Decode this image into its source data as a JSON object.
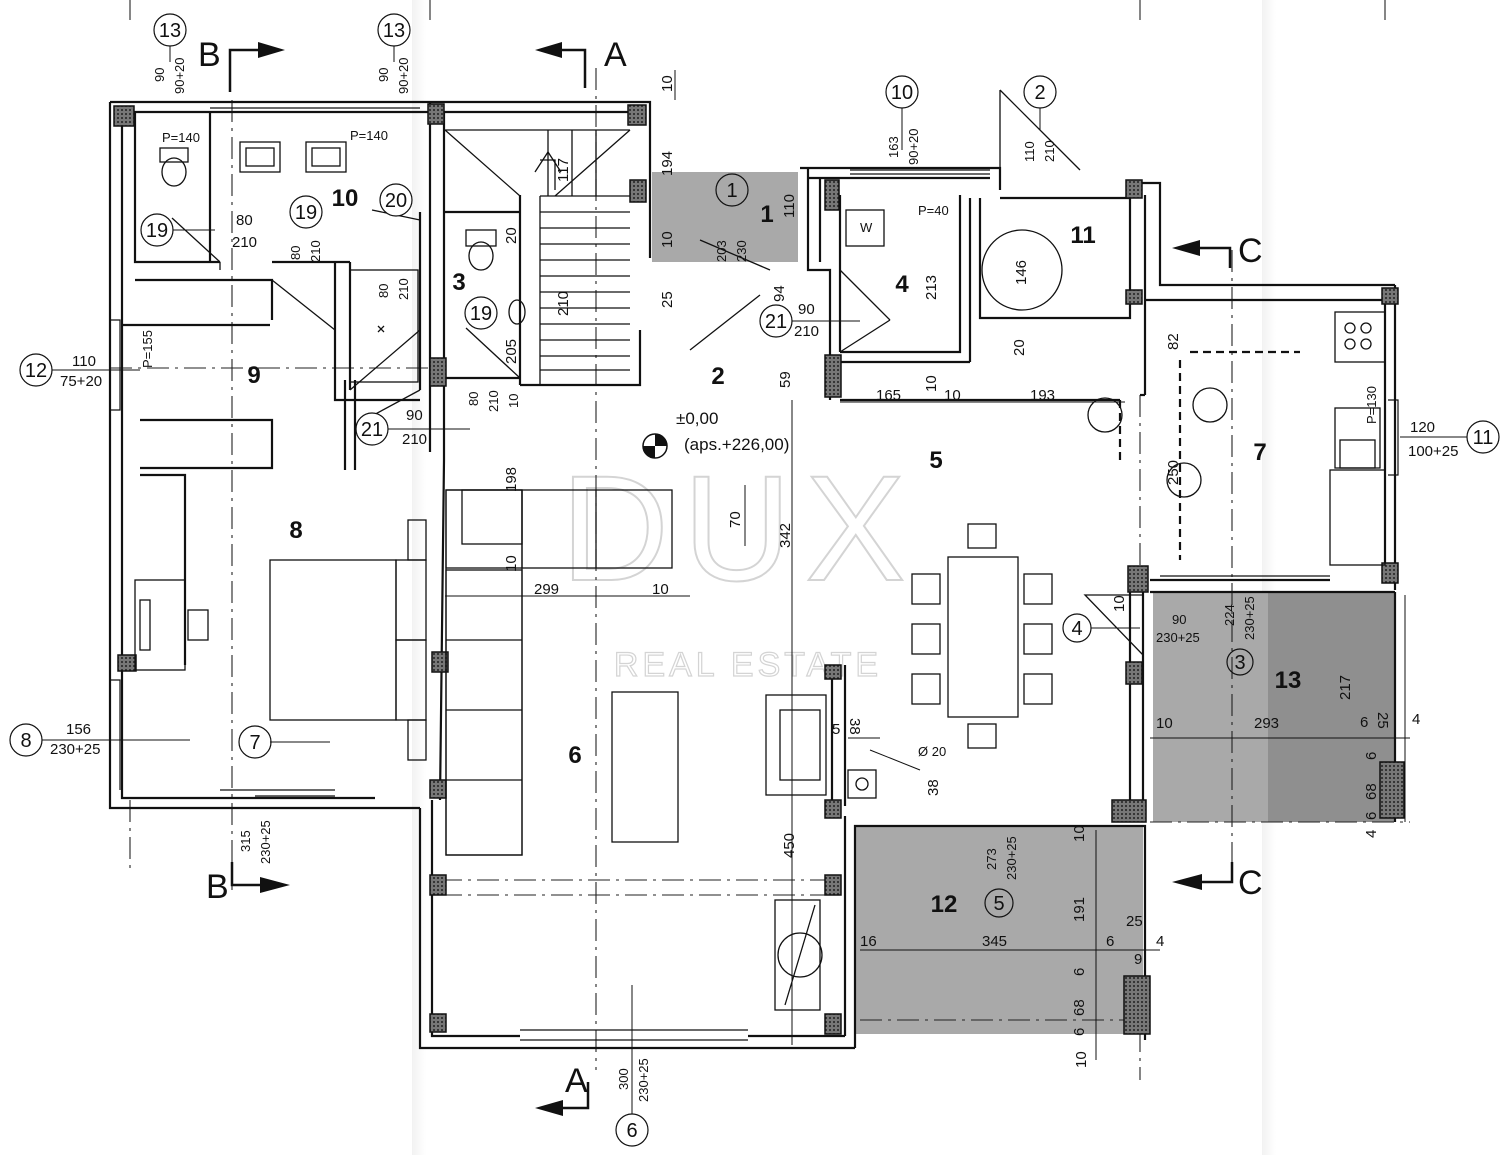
{
  "rooms": {
    "r1": "1",
    "r2": "2",
    "r3": "3",
    "r4": "4",
    "r5": "5",
    "r6": "6",
    "r7": "7",
    "r8": "8",
    "r9": "9",
    "r10": "10",
    "r11": "11",
    "r12": "12",
    "r13": "13"
  },
  "sections": {
    "a_top": "A",
    "a_bottom": "A",
    "b_top": "B",
    "b_bottom": "B",
    "c_top": "C",
    "c_bottom": "C"
  },
  "tags": {
    "t13a": "13",
    "t13b": "13",
    "t10": "10",
    "t2": "2",
    "t20": "20",
    "t19a": "19",
    "t19b": "19",
    "t19c": "19",
    "t1": "1",
    "t21a": "21",
    "t21b": "21",
    "t12": "12",
    "t11": "11",
    "t4": "4",
    "t3": "3",
    "t8": "8",
    "t7": "7",
    "t5": "5",
    "t6": "6"
  },
  "elevation": {
    "level": "±0,00",
    "abs": "(aps.+226,00)"
  },
  "dims": {
    "d90a": "90",
    "d90_20a": "90+20",
    "d90b": "90",
    "d90_20b": "90+20",
    "p140a": "P=140",
    "p140b": "P=140",
    "d163": "163",
    "d90_20c": "90+20",
    "d110a": "110",
    "d210a": "210",
    "d10top": "10",
    "d194": "194",
    "d117": "117",
    "d203": "203",
    "d230a": "230",
    "d110b": "110",
    "p40": "P=40",
    "dw": "W",
    "d80a": "80",
    "d210b": "210",
    "d80b": "80",
    "d210c": "210",
    "d20a": "20",
    "d80c": "80",
    "d210d": "210",
    "d210e": "210",
    "d10b": "10",
    "d25a": "25",
    "d94": "94",
    "d90c": "90",
    "d210f": "210",
    "d213": "213",
    "d146": "146",
    "d20b": "20",
    "d205": "205",
    "d110c": "110",
    "d75_20": "75+20",
    "p155": "P=155",
    "d80d": "80",
    "d210g": "210",
    "d10c": "10",
    "d90d": "90",
    "d210h": "210",
    "d59": "59",
    "d165": "165",
    "d10d": "10",
    "d10e": "10",
    "d193": "193",
    "d82": "82",
    "d250": "250",
    "p130": "P=130",
    "d120": "120",
    "d100_25": "100+25",
    "d198": "198",
    "d70": "70",
    "d342": "342",
    "d10f": "10",
    "d299": "299",
    "d10g": "10",
    "d90e": "90",
    "d230_25a": "230+25",
    "d224": "224",
    "d230_25b": "230+25",
    "d10h": "10",
    "d217": "217",
    "d25b": "25",
    "d4a": "4",
    "d6a": "6",
    "d10i": "10",
    "d293": "293",
    "d6b": "6",
    "d68a": "68",
    "d6c": "6",
    "d4b": "4",
    "d156": "156",
    "d230_25c": "230+25",
    "d5": "5",
    "d38a": "38",
    "d20c": "Ø 20",
    "d38b": "38",
    "d450": "450",
    "d273": "273",
    "d230_25d": "230+25",
    "d10j": "10",
    "d191": "191",
    "d16": "16",
    "d345": "345",
    "d6d": "6",
    "d25c": "25",
    "d4c": "4",
    "d9": "9",
    "d6e": "6",
    "d68b": "68",
    "d6f": "6",
    "d10k": "10",
    "d315": "315",
    "d230_25e": "230+25",
    "d300": "300",
    "d230_25f": "230+25"
  },
  "watermark": {
    "brand": "DUX",
    "sub": "REAL ESTATE"
  },
  "colors": {
    "wall": "#111111",
    "terrace": "#a6a6a6",
    "terrace_dark": "#8c8c8c",
    "column": "#555555",
    "watermark": "#d4d4d4",
    "paper": "#ffffff"
  }
}
